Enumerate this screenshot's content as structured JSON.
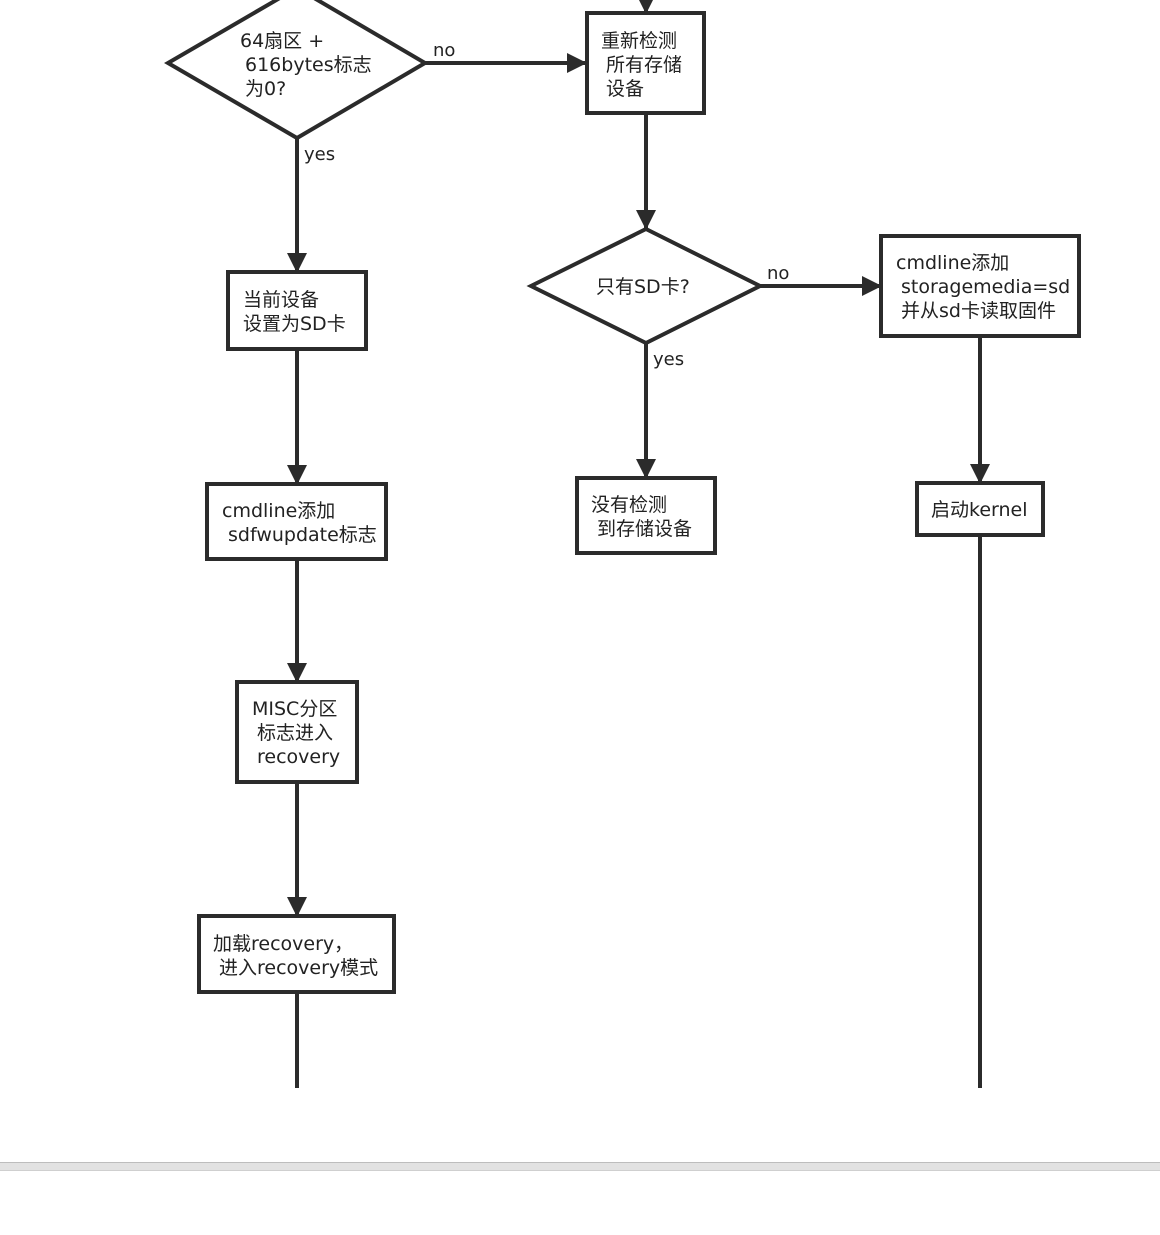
{
  "colors": {
    "stroke": "#2b2b2b",
    "text": "#222222",
    "background": "#ffffff",
    "bar": "#e2e2e2"
  },
  "nodes": {
    "decision_sector": {
      "lines": [
        "64扇区 +",
        "616bytes标志",
        "为0?"
      ]
    },
    "rescan": {
      "lines": [
        "重新检测",
        "所有存储",
        "设备"
      ]
    },
    "set_sd": {
      "lines": [
        "当前设备",
        "设置为SD卡"
      ]
    },
    "only_sd": {
      "lines": [
        "只有SD卡?"
      ]
    },
    "cmdline_storage": {
      "lines": [
        "cmdline添加",
        "storagemedia=sd",
        "并从sd卡读取固件"
      ]
    },
    "cmdline_update": {
      "lines": [
        "cmdline添加",
        "sdfwupdate标志"
      ]
    },
    "no_storage": {
      "lines": [
        "没有检测",
        "到存储设备"
      ]
    },
    "start_kernel": {
      "lines": [
        "启动kernel"
      ]
    },
    "misc_recovery": {
      "lines": [
        "MISC分区",
        "标志进入",
        "recovery"
      ]
    },
    "load_recovery": {
      "lines": [
        "加载recovery，",
        "进入recovery模式"
      ]
    }
  },
  "edges": {
    "sector_no": "no",
    "sector_yes": "yes",
    "sd_no": "no",
    "sd_yes": "yes"
  }
}
